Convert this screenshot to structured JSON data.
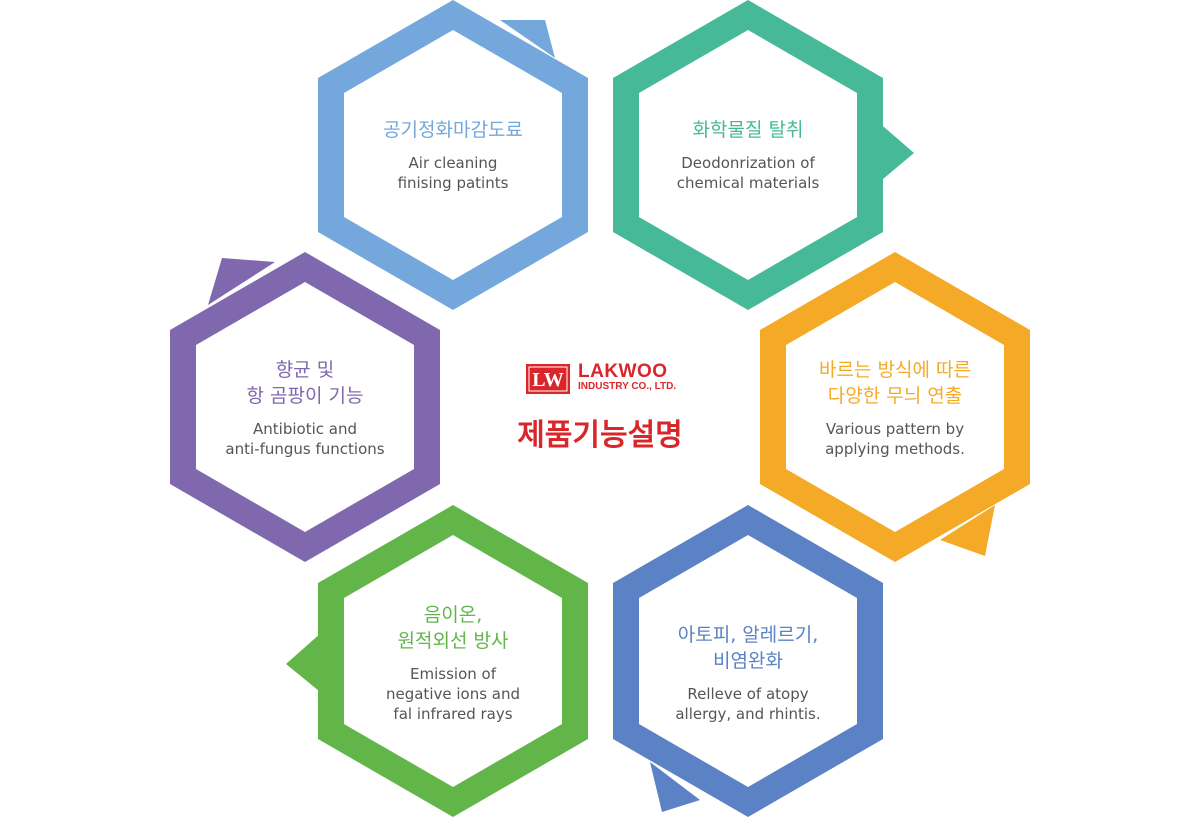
{
  "logo": {
    "mark": "LW",
    "name": "LAKWOO",
    "subtitle": "INDUSTRY CO., LTD.",
    "color": "#d9262b"
  },
  "center_title": "제품기능설명",
  "hexagons": [
    {
      "id": "air-cleaning",
      "color": "#74a7db",
      "title": [
        "공기정화마감도료"
      ],
      "description": [
        "Air cleaning",
        "finising patints"
      ]
    },
    {
      "id": "deodorization",
      "color": "#45b998",
      "title": [
        "화학물질 탈취"
      ],
      "description": [
        "Deodonrization of",
        "chemical materials"
      ]
    },
    {
      "id": "pattern",
      "color": "#f4aa27",
      "title": [
        "바르는 방식에 따른",
        "다양한 무늬 연출"
      ],
      "description": [
        "Various pattern by",
        "applying methods."
      ]
    },
    {
      "id": "atopy",
      "color": "#5b82c4",
      "title": [
        "아토피, 알레르기,",
        "비염완화"
      ],
      "description": [
        "Relleve of atopy",
        "allergy, and rhintis."
      ]
    },
    {
      "id": "ions",
      "color": "#62b549",
      "title": [
        "음이온,",
        "원적외선 방사"
      ],
      "description": [
        "Emission of",
        "negative ions and",
        "fal infrared rays"
      ]
    },
    {
      "id": "antibiotic",
      "color": "#7f68ad",
      "title": [
        "향균 및",
        "항 곰팡이 기능"
      ],
      "description": [
        "Antibiotic and",
        "anti-fungus functions"
      ]
    }
  ]
}
